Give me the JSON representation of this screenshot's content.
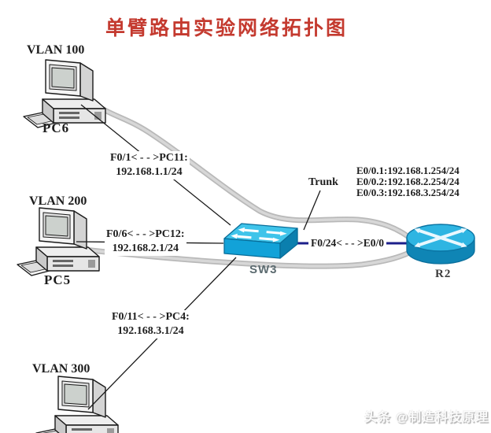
{
  "title": "单臂路由实验网络拓扑图",
  "nodes": {
    "pc6": {
      "vlan": "VLAN 100",
      "name": "PC6"
    },
    "pc5": {
      "vlan": "VLAN 200",
      "name": "PC5"
    },
    "pc_vlan300": {
      "vlan": "VLAN 300"
    },
    "switch": {
      "name": "SW3"
    },
    "router": {
      "name": "R2"
    }
  },
  "links": {
    "pc6_link": {
      "line1": "F0/1< - - >PC11:",
      "line2": "192.168.1.1/24"
    },
    "pc5_link": {
      "line1": "F0/6< - - >PC12:",
      "line2": "192.168.2.1/24"
    },
    "vlan300_link": {
      "line1": "F0/11< - - >PC4:",
      "line2": "192.168.3.1/24"
    },
    "trunk_label": "Trunk",
    "switch_router_link": "F0/24< - - >E0/0",
    "router_subinterfaces": [
      "E0/0.1:192.168.1.254/24",
      "E0/0.2:192.168.2.254/24",
      "E0/0.3:192.168.3.254/24"
    ]
  },
  "watermark": "头条 @制造科技原理",
  "colors": {
    "title_red": "#c43a2f",
    "cable_gray": "#c6c6c6",
    "trunk_navy": "#1c1f8a",
    "switch_blue_top": "#3fc4ea",
    "switch_blue_front": "#12a2d8",
    "router_blue_top": "#2eb5e2",
    "router_blue_side": "#0f85b5"
  }
}
